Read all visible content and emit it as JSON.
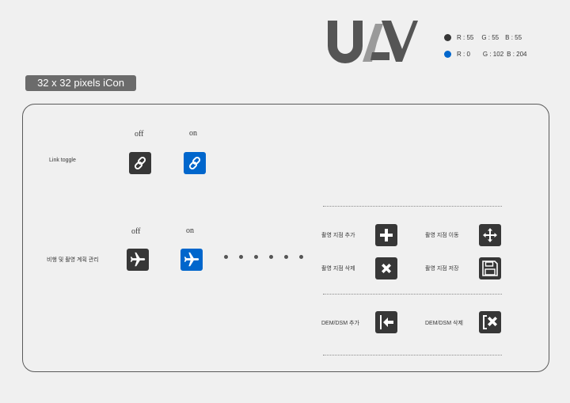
{
  "logo": {
    "text": "UAV"
  },
  "colors": {
    "dark": "#373737",
    "blue": "#0066cc",
    "dark_label": {
      "r": "R : 55",
      "g": "G : 55",
      "b": "B : 55"
    },
    "blue_label": {
      "r": "R : 0",
      "g": "G : 102",
      "b": "B : 204"
    }
  },
  "title": "32 x 32 pixels iCon",
  "link_section": {
    "label": "Link toggle",
    "off": "off",
    "on": "on",
    "icon": "link-icon"
  },
  "flight_section": {
    "label": "비행 및 촬영 계획 관리",
    "off": "off",
    "on": "on",
    "icon": "airplane-icon"
  },
  "actions": {
    "add_point": "촬영 지점 추가",
    "move_point": "촬영 지점 이동",
    "delete_point": "촬영 지점 삭제",
    "save_point": "촬영 지점 저장",
    "dem_add": "DEM/DSM 추가",
    "dem_delete": "DEM/DSM 삭제"
  }
}
